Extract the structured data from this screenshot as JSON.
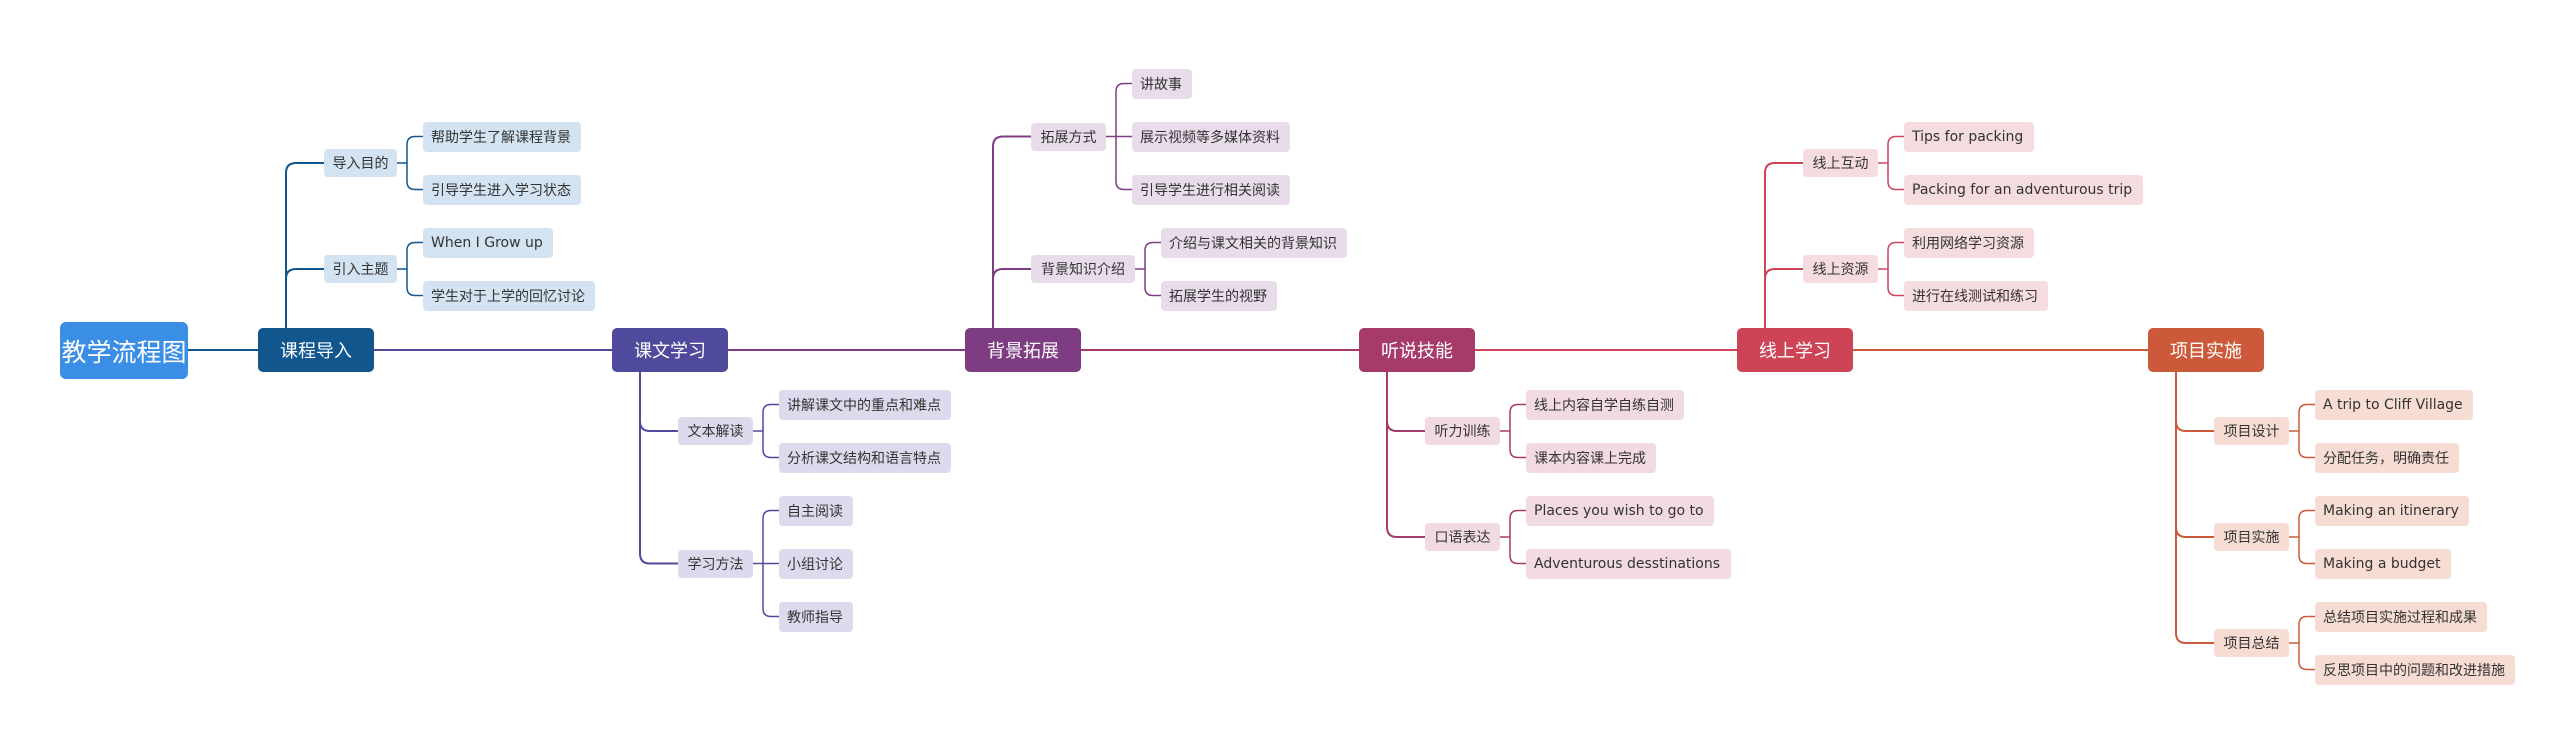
{
  "root": {
    "label": "教学流程图",
    "color": "#3a8ee6"
  },
  "branches": [
    {
      "label": "课程导入",
      "color": "#12568e",
      "tint": "#d3e3f1",
      "subs": [
        {
          "label": "导入目的",
          "leaves": [
            "帮助学生了解课程背景",
            "引导学生进入学习状态"
          ]
        },
        {
          "label": "引入主题",
          "leaves": [
            "When I Grow up",
            "学生对于上学的回忆讨论"
          ]
        }
      ]
    },
    {
      "label": "课文学习",
      "color": "#4f4a9c",
      "tint": "#dcdbee",
      "subs": [
        {
          "label": "文本解读",
          "leaves": [
            "讲解课文中的重点和难点",
            "分析课文结构和语言特点"
          ]
        },
        {
          "label": "学习方法",
          "leaves": [
            "自主阅读",
            "小组讨论",
            "教师指导"
          ]
        }
      ]
    },
    {
      "label": "背景拓展",
      "color": "#7e3c82",
      "tint": "#e8dbea",
      "subs": [
        {
          "label": "拓展方式",
          "leaves": [
            "讲故事",
            "展示视频等多媒体资料",
            "引导学生进行相关阅读"
          ]
        },
        {
          "label": "背景知识介绍",
          "leaves": [
            "介绍与课文相关的背景知识",
            "拓展学生的视野"
          ]
        }
      ]
    },
    {
      "label": "听说技能",
      "color": "#a63a69",
      "tint": "#f1dae3",
      "subs": [
        {
          "label": "听力训练",
          "leaves": [
            "线上内容自学自练自测",
            "课本内容课上完成"
          ]
        },
        {
          "label": "口语表达",
          "leaves": [
            "Places you wish to go to",
            "Adventurous desstinations"
          ]
        }
      ]
    },
    {
      "label": "线上学习",
      "color": "#cc4456",
      "tint": "#f5dcdf",
      "subs": [
        {
          "label": "线上互动",
          "leaves": [
            "Tips for packing",
            "Packing for an adventurous trip"
          ]
        },
        {
          "label": "线上资源",
          "leaves": [
            "利用网络学习资源",
            "进行在线测试和练习"
          ]
        }
      ]
    },
    {
      "label": "项目实施",
      "color": "#cc5a3a",
      "tint": "#f6dcd2",
      "subs": [
        {
          "label": "项目设计",
          "leaves": [
            "A trip to Cliff Village",
            "分配任务，明确责任"
          ]
        },
        {
          "label": "项目实施",
          "leaves": [
            "Making an itinerary",
            "Making a budget"
          ]
        },
        {
          "label": "项目总结",
          "leaves": [
            "总结项目实施过程和成果",
            "反思项目中的问题和改进措施"
          ]
        }
      ]
    }
  ]
}
